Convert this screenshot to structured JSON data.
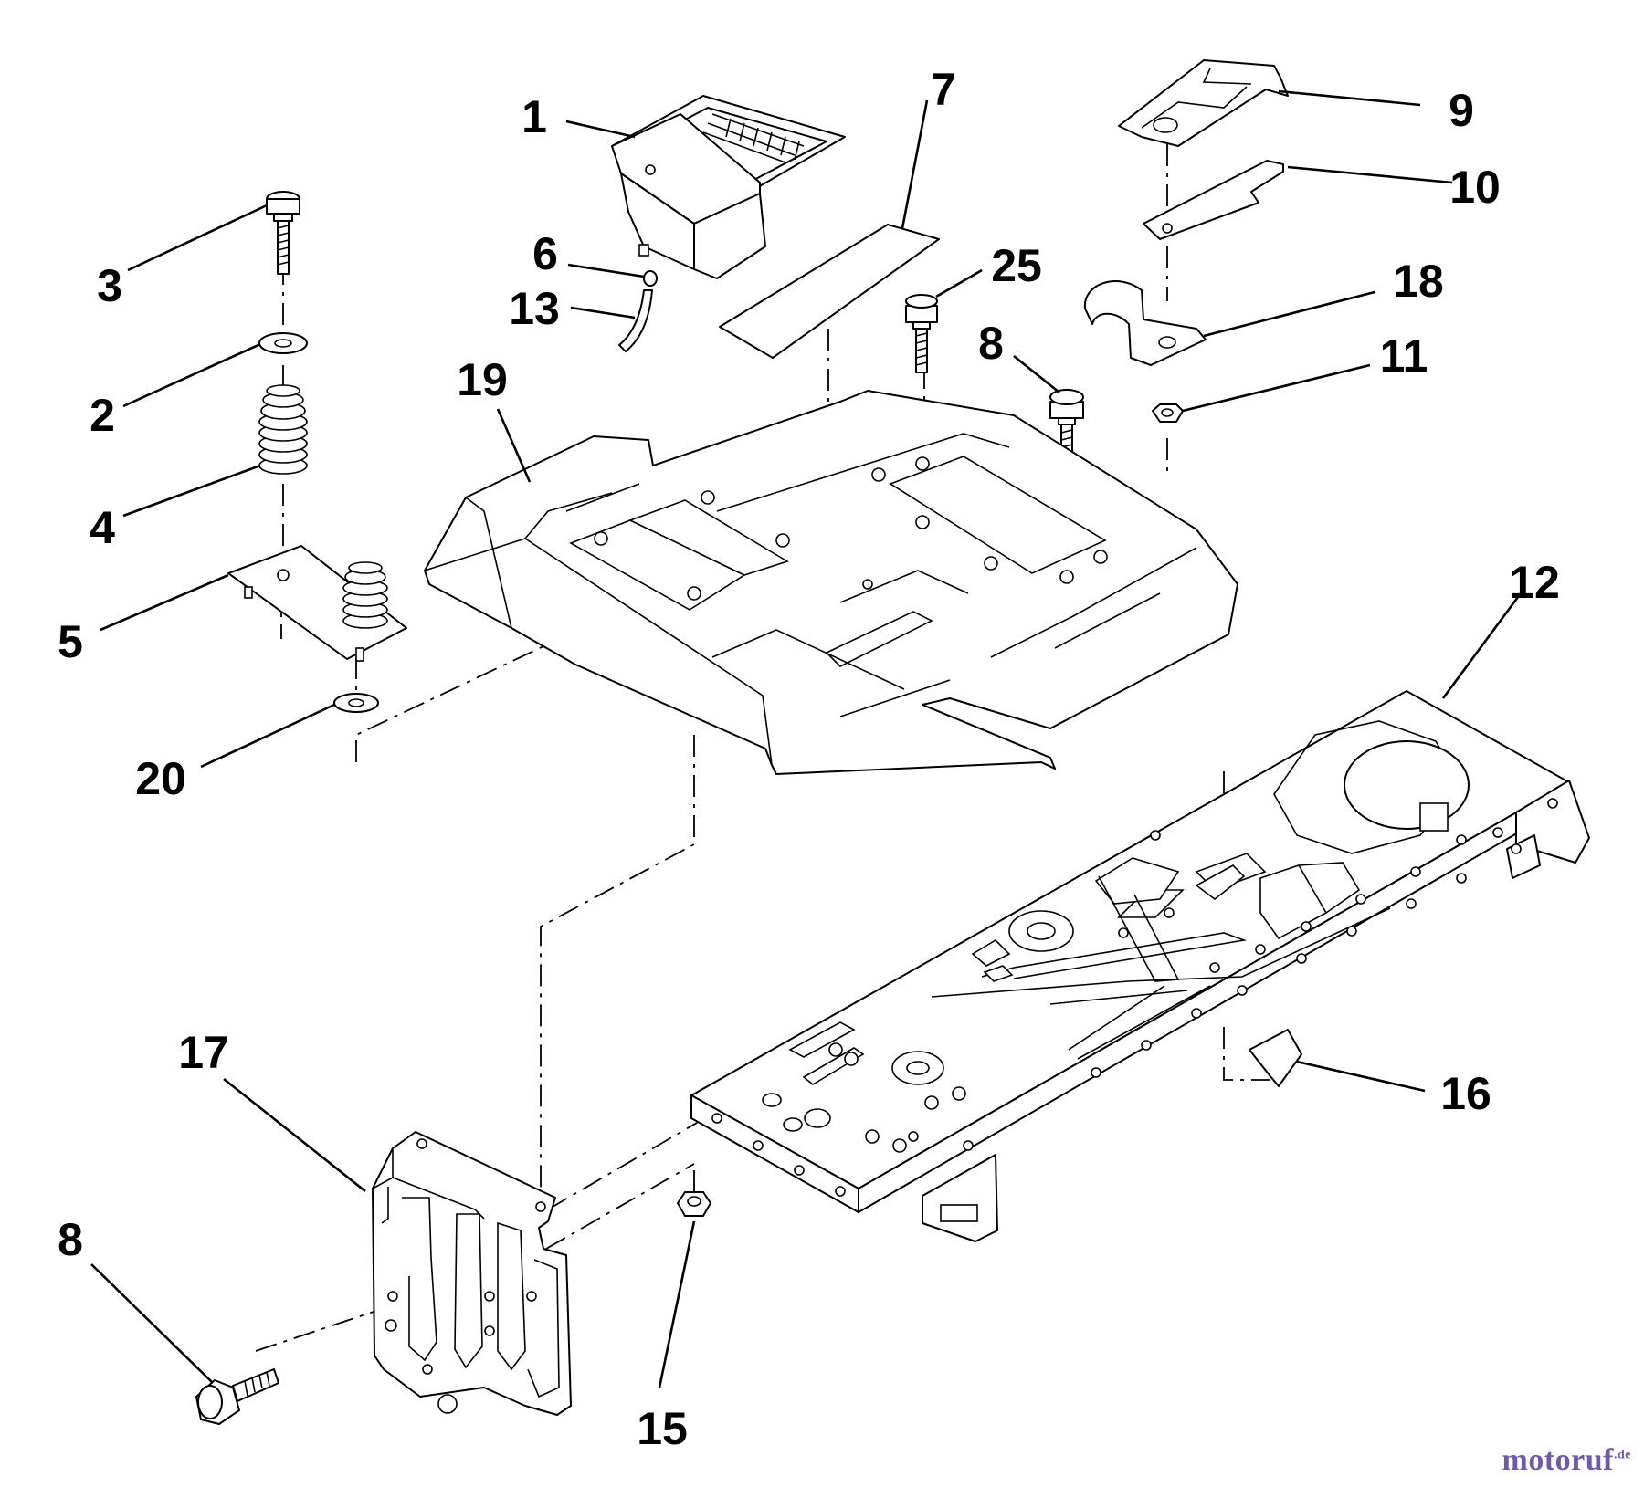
{
  "callouts": [
    {
      "id": "c1",
      "text": "1"
    },
    {
      "id": "c7",
      "text": "7"
    },
    {
      "id": "c9",
      "text": "9"
    },
    {
      "id": "c10",
      "text": "10"
    },
    {
      "id": "c3",
      "text": "3"
    },
    {
      "id": "c6",
      "text": "6"
    },
    {
      "id": "c13",
      "text": "13"
    },
    {
      "id": "c25",
      "text": "25"
    },
    {
      "id": "c18",
      "text": "18"
    },
    {
      "id": "c8a",
      "text": "8"
    },
    {
      "id": "c11",
      "text": "11"
    },
    {
      "id": "c2",
      "text": "2"
    },
    {
      "id": "c19",
      "text": "19"
    },
    {
      "id": "c4",
      "text": "4"
    },
    {
      "id": "c5",
      "text": "5"
    },
    {
      "id": "c12",
      "text": "12"
    },
    {
      "id": "c20",
      "text": "20"
    },
    {
      "id": "c17",
      "text": "17"
    },
    {
      "id": "c16",
      "text": "16"
    },
    {
      "id": "c8b",
      "text": "8"
    },
    {
      "id": "c15",
      "text": "15"
    }
  ],
  "watermark": {
    "main": "motoruf",
    "suffix": ".de"
  }
}
